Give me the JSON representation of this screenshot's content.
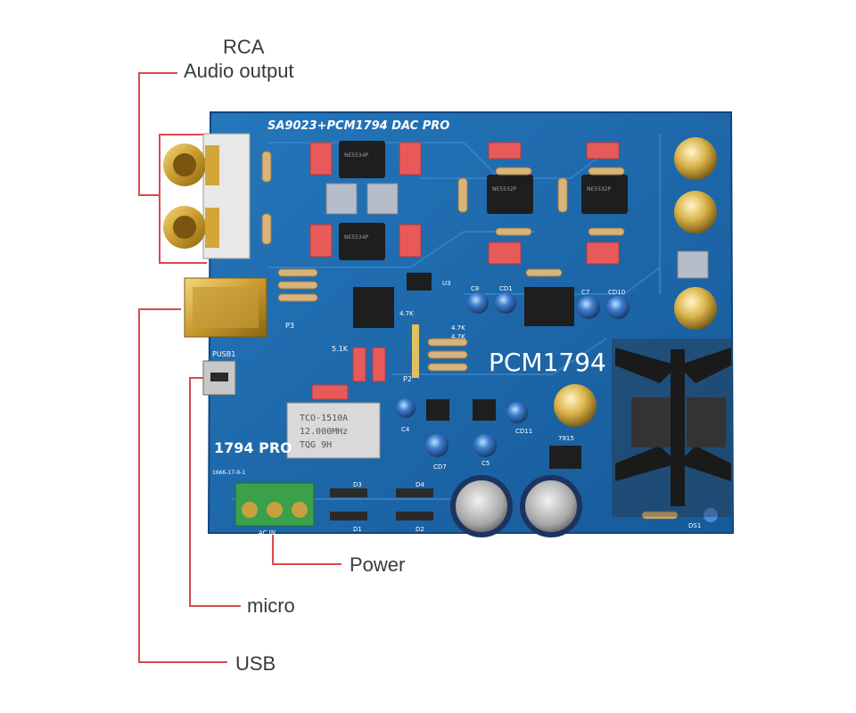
{
  "callouts": {
    "rca_line1": "RCA",
    "rca_line2": "Audio output",
    "power": "Power",
    "micro": "micro",
    "usb": "USB"
  },
  "board": {
    "title_silk": "SA9023+PCM1794 DAC PRO",
    "chip_silk": "PCM1794",
    "model_silk": "1794 PRO",
    "usb_port_silk": "PUSB1",
    "p3_silk": "P3",
    "p2_silk": "P2",
    "res_silk": "5.1K",
    "crystal_line1": "TCO-1510A",
    "crystal_line2": "12.000MHz",
    "crystal_line3": "TQG 9H",
    "date_silk": "1666-17-9-1",
    "d1": "D1",
    "d2": "D2",
    "d3": "D3",
    "d4": "D4",
    "ds1": "DS1",
    "c4": "C4",
    "c5": "C5",
    "c7": "C7",
    "c8": "C8",
    "cd1": "CD1",
    "cd7": "CD7",
    "cd10": "CD10",
    "cd11": "CD11",
    "reg": "7915",
    "r47a": "4.7K",
    "r47b": "4.7K",
    "r47c": "4.7K",
    "u3": "U3",
    "ac_in": "AC IN"
  },
  "colors": {
    "pcb": "#1d64a8",
    "leader": "#d84a4a"
  }
}
